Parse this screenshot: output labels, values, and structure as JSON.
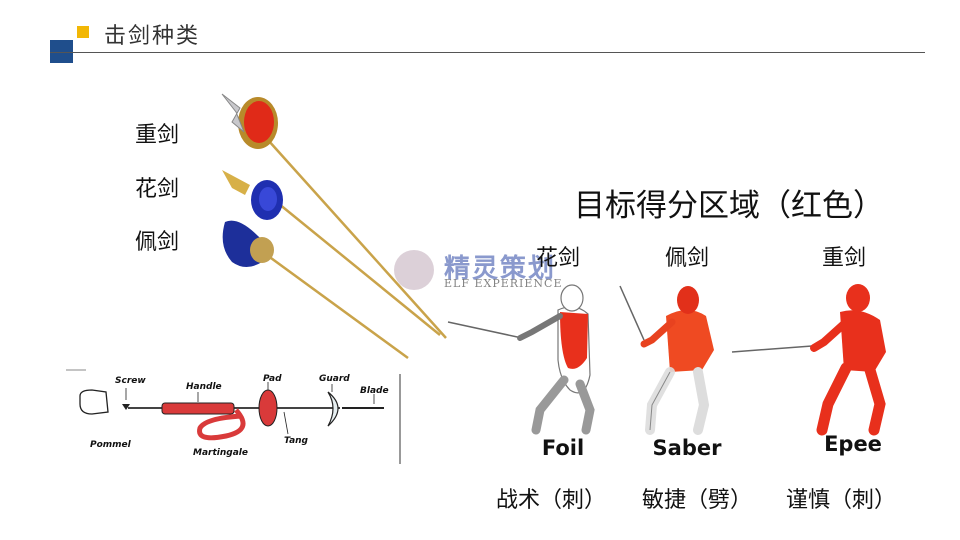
{
  "header": {
    "title": "击剑种类"
  },
  "weapons_left": [
    {
      "label": "重剑"
    },
    {
      "label": "花剑"
    },
    {
      "label": "佩剑"
    }
  ],
  "target_title": "目标得分区域（红色）",
  "fencers": [
    {
      "zh": "花剑",
      "en": "Foil",
      "style": "战术（刺）"
    },
    {
      "zh": "佩剑",
      "en": "Saber",
      "style": "敏捷（劈）"
    },
    {
      "zh": "重剑",
      "en": "Epee",
      "style": "谨慎（刺）"
    }
  ],
  "diagram": {
    "screw": "Screw",
    "handle": "Handle",
    "pad": "Pad",
    "guard": "Guard",
    "blade": "Blade",
    "pommel": "Pommel",
    "martingale": "Martingale",
    "tang": "Tang"
  },
  "watermark": {
    "name": "精灵策划",
    "sub": "ELF EXPERIENCE"
  },
  "colors": {
    "accent_yellow": "#f2b705",
    "accent_blue": "#1f4e8c",
    "target_red": "#e8301c"
  }
}
